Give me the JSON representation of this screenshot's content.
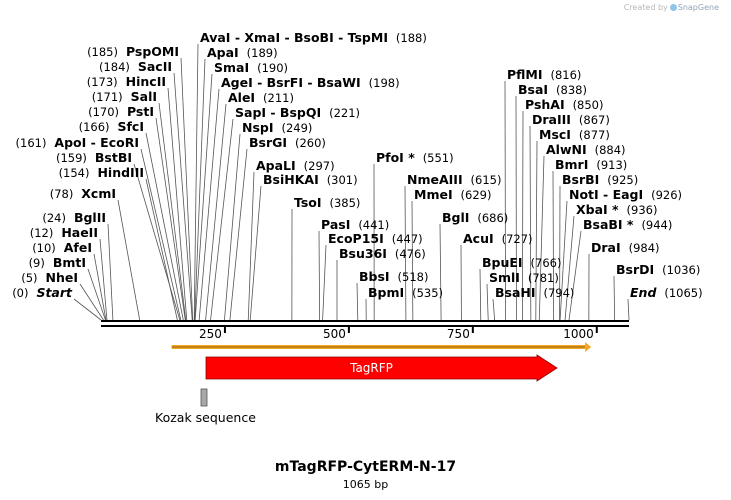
{
  "watermark": {
    "prefix": "Created by",
    "brand": "SnapGene"
  },
  "map": {
    "name": "mTagRFP-CytERM-N-17",
    "length_label": "1065 bp",
    "length": 1065,
    "ticks": [
      "250",
      "500",
      "750",
      "1000"
    ],
    "tick_positions": [
      250,
      500,
      750,
      1000
    ],
    "features": [
      {
        "name": "TagRFP",
        "start": 210,
        "end": 920,
        "color": "#ff0000",
        "text_color": "#ffffff"
      },
      {
        "name": "Kozak sequence",
        "start": 200,
        "end": 212,
        "color": "#a8a8a8"
      }
    ],
    "orf": {
      "start": 70,
      "end": 920,
      "color": "#f5a623"
    },
    "sites": [
      {
        "text": "Start",
        "num": "(0)",
        "pos": 0,
        "italic": true
      },
      {
        "text": "NheI",
        "num": "(5)",
        "pos": 5
      },
      {
        "text": "BmtI",
        "num": "(9)",
        "pos": 9
      },
      {
        "text": "AfeI",
        "num": "(10)",
        "pos": 10
      },
      {
        "text": "HaeII",
        "num": "(12)",
        "pos": 12
      },
      {
        "text": "BglII",
        "num": "(24)",
        "pos": 24
      },
      {
        "text": "XcmI",
        "num": "(78)",
        "pos": 78
      },
      {
        "text": "HindIII",
        "num": "(154)",
        "pos": 154
      },
      {
        "text": "BstBI",
        "num": "(159)",
        "pos": 159
      },
      {
        "text": "ApoI - EcoRI",
        "num": "(161)",
        "pos": 161
      },
      {
        "text": "SfcI",
        "num": "(166)",
        "pos": 166
      },
      {
        "text": "PstI",
        "num": "(170)",
        "pos": 170
      },
      {
        "text": "SalI",
        "num": "(171)",
        "pos": 171
      },
      {
        "text": "HincII",
        "num": "(173)",
        "pos": 173
      },
      {
        "text": "SacII",
        "num": "(184)",
        "pos": 184
      },
      {
        "text": "PspOMI",
        "num": "(185)",
        "pos": 185
      },
      {
        "text": "AvaI - XmaI - BsoBI - TspMI",
        "num": "(188)",
        "pos": 188
      },
      {
        "text": "ApaI",
        "num": "(189)",
        "pos": 189
      },
      {
        "text": "SmaI",
        "num": "(190)",
        "pos": 190
      },
      {
        "text": "AgeI - BsrFI - BsaWI",
        "num": "(198)",
        "pos": 198
      },
      {
        "text": "AleI",
        "num": "(211)",
        "pos": 211
      },
      {
        "text": "SapI - BspQI",
        "num": "(221)",
        "pos": 221
      },
      {
        "text": "NspI",
        "num": "(249)",
        "pos": 249
      },
      {
        "text": "BsrGI",
        "num": "(260)",
        "pos": 260
      },
      {
        "text": "ApaLI",
        "num": "(297)",
        "pos": 297
      },
      {
        "text": "BsiHKAI",
        "num": "(301)",
        "pos": 301
      },
      {
        "text": "TsoI",
        "num": "(385)",
        "pos": 385
      },
      {
        "text": "PasI",
        "num": "(441)",
        "pos": 441
      },
      {
        "text": "EcoP15I",
        "num": "(447)",
        "pos": 447
      },
      {
        "text": "Bsu36I",
        "num": "(476)",
        "pos": 476
      },
      {
        "text": "BbsI",
        "num": "(518)",
        "pos": 518
      },
      {
        "text": "BpmI",
        "num": "(535)",
        "pos": 535
      },
      {
        "text": "PfoI *",
        "num": "(551)",
        "pos": 551
      },
      {
        "text": "NmeAIII",
        "num": "(615)",
        "pos": 615
      },
      {
        "text": "MmeI",
        "num": "(629)",
        "pos": 629
      },
      {
        "text": "BglI",
        "num": "(686)",
        "pos": 686
      },
      {
        "text": "AcuI",
        "num": "(727)",
        "pos": 727
      },
      {
        "text": "BpuEI",
        "num": "(766)",
        "pos": 766
      },
      {
        "text": "SmlI",
        "num": "(781)",
        "pos": 781
      },
      {
        "text": "BsaHI",
        "num": "(794)",
        "pos": 794
      },
      {
        "text": "PflMI",
        "num": "(816)",
        "pos": 816
      },
      {
        "text": "BsaI",
        "num": "(838)",
        "pos": 838
      },
      {
        "text": "PshAI",
        "num": "(850)",
        "pos": 850
      },
      {
        "text": "DraIII",
        "num": "(867)",
        "pos": 867
      },
      {
        "text": "MscI",
        "num": "(877)",
        "pos": 877
      },
      {
        "text": "AlwNI",
        "num": "(884)",
        "pos": 884
      },
      {
        "text": "BmrI",
        "num": "(913)",
        "pos": 913
      },
      {
        "text": "BsrBI",
        "num": "(925)",
        "pos": 925
      },
      {
        "text": "NotI - EagI",
        "num": "(926)",
        "pos": 926
      },
      {
        "text": "XbaI *",
        "num": "(936)",
        "pos": 936
      },
      {
        "text": "BsaBI *",
        "num": "(944)",
        "pos": 944
      },
      {
        "text": "DraI",
        "num": "(984)",
        "pos": 984
      },
      {
        "text": "BsrDI",
        "num": "(1036)",
        "pos": 1036
      },
      {
        "text": "End",
        "num": "(1065)",
        "pos": 1065,
        "italic": true
      }
    ]
  }
}
